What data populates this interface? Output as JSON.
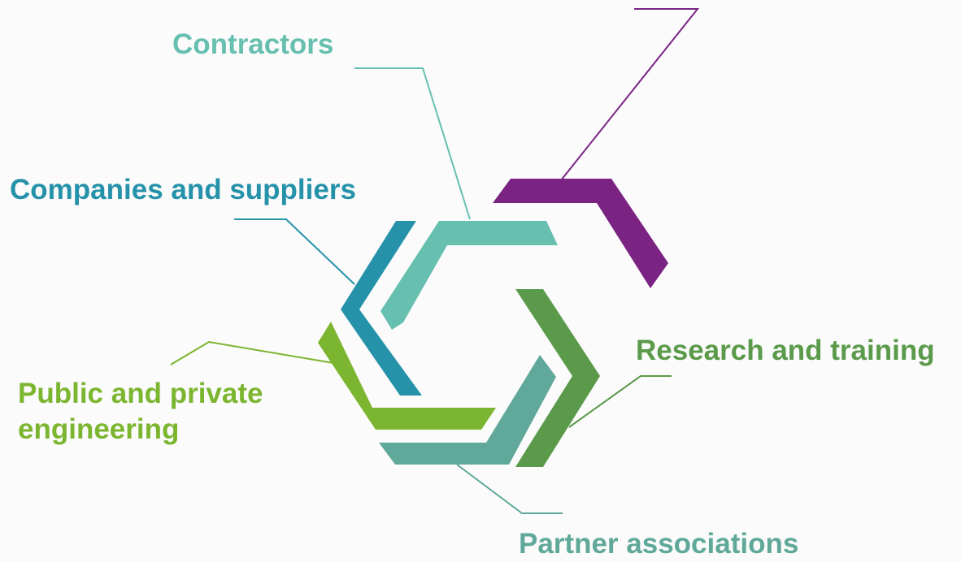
{
  "segments": [
    {
      "id": "contractors",
      "label": "Contractors",
      "color": "#67bfb0"
    },
    {
      "id": "companies",
      "label": "Companies and suppliers",
      "color": "#2592aa"
    },
    {
      "id": "research",
      "label": "Research and training",
      "color": "#5a9a4a"
    },
    {
      "id": "public",
      "label": "Public and private engineering",
      "color": "#7cb52f"
    },
    {
      "id": "partner",
      "label": "Partner associations",
      "color": "#5fa89a"
    },
    {
      "id": "unlabeled",
      "label": "",
      "color": "#7a2383"
    }
  ]
}
